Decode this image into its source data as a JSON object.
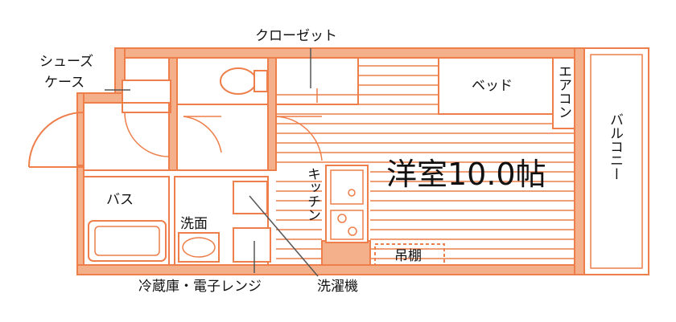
{
  "colors": {
    "wall": "#F4B08A",
    "line": "#EE7E4A",
    "text": "#111111",
    "background": "#FFFFFF"
  },
  "labels": {
    "closet": "クローゼット",
    "shoe_case_1": "シューズ",
    "shoe_case_2": "ケース",
    "bed": "ベッド",
    "aircon": "エアコン",
    "balcony": "バルコニー",
    "room": "洋室10.0帖",
    "kitchen": "キッチン",
    "bath": "バス",
    "washroom": "洗面",
    "storage": "吊棚",
    "fridge": "冷蔵庫・電子レンジ",
    "washer": "洗濯機"
  }
}
